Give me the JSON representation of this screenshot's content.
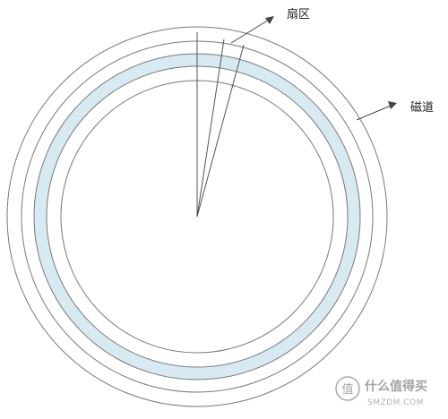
{
  "labels": {
    "sector": "扇区",
    "track": "磁道"
  },
  "colors": {
    "track_highlight": "#d7e9f1",
    "ring_stroke": "#7a7a7a",
    "line": "#444444"
  },
  "watermark": {
    "glyph": "值",
    "title": "什么值得买",
    "subtitle": "SMZDM.COM"
  }
}
